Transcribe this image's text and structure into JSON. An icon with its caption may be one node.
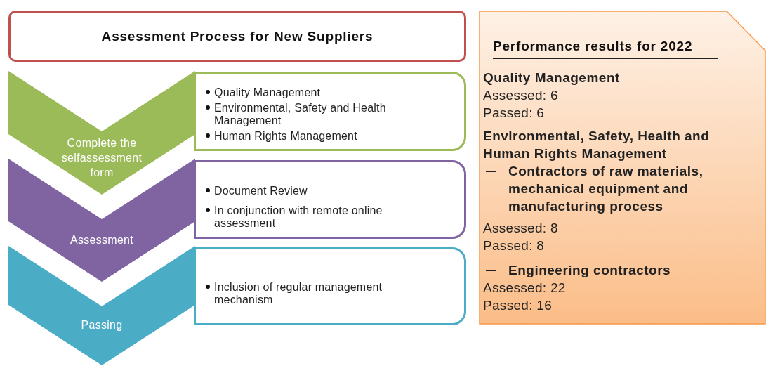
{
  "diagram": {
    "nodes": [
      {
        "text": [
          "Assessment Process for New Suppliers"
        ]
      },
      {
        "text": [
          "Complete the selfassessment form"
        ]
      },
      {
        "text": [
          "Quality Management",
          "Environmental, Safety and Health Management",
          "Human Rights Management"
        ]
      },
      {
        "text": [
          "Assessment"
        ]
      },
      {
        "text": [
          "Document Review",
          "In conjunction with remote online assessment"
        ]
      },
      {
        "text": [
          "Passing"
        ]
      },
      {
        "text": [
          "Inclusion of regular management mechanism"
        ]
      },
      {
        "text": [
          "Performance results for 2022",
          "Quality Management",
          "Assessed: 6",
          "Passed: 6",
          "Environmental, Safety, Health and Human Rights Management",
          "Contractors of raw materials, mechanical equipment and manufacturing process",
          "Assessed: 8",
          "Passed: 8",
          "Engineering contractors",
          "Assessed: 22",
          "Passed: 16"
        ]
      }
    ]
  }
}
